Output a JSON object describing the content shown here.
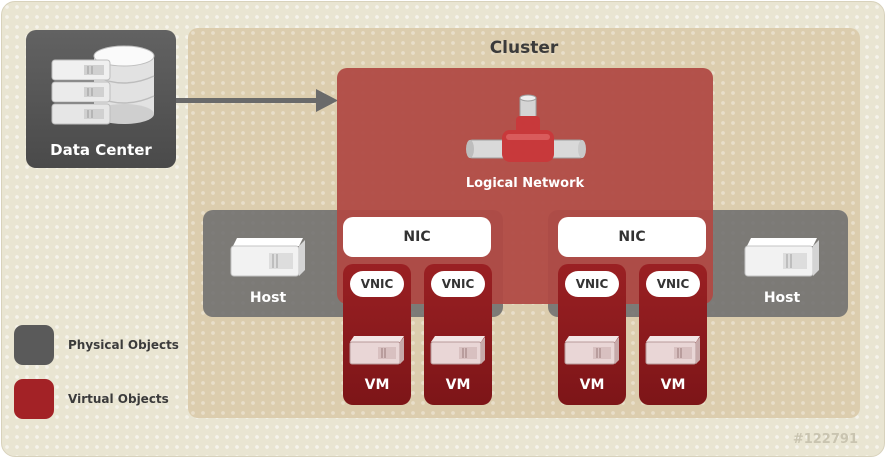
{
  "diagram": {
    "cluster_label": "Cluster",
    "datacenter_label": "Data Center",
    "logical_network_label": "Logical Network",
    "hosts": [
      {
        "label": "Host"
      },
      {
        "label": "Host"
      }
    ],
    "nics": [
      {
        "label": "NIC"
      },
      {
        "label": "NIC"
      }
    ],
    "vnics": [
      {
        "label": "VNIC"
      },
      {
        "label": "VNIC"
      },
      {
        "label": "VNIC"
      },
      {
        "label": "VNIC"
      }
    ],
    "vms": [
      {
        "label": "VM"
      },
      {
        "label": "VM"
      },
      {
        "label": "VM"
      },
      {
        "label": "VM"
      }
    ]
  },
  "legend": {
    "physical_label": "Physical Objects",
    "virtual_label": "Virtual Objects",
    "physical_color": "#5a5a5a",
    "virtual_color": "#a32226"
  },
  "colors": {
    "background": "#e9e5d2",
    "cluster": "#dccdae",
    "logical_network": "#b04a45",
    "host_band": "#6e6e6e",
    "vm": "#8c1b1e"
  },
  "watermark": "#122791",
  "icons": {
    "datacenter": "server-database-icon",
    "logical_network": "pipe-tee-icon",
    "host": "server-icon",
    "vm": "server-icon",
    "arrow": "arrow-right-icon"
  }
}
